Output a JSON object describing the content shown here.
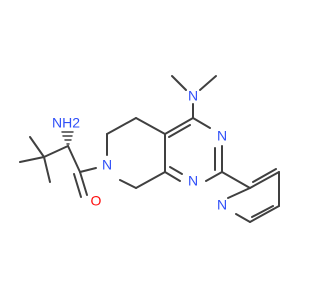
{
  "molecule": {
    "atom_labels": {
      "amine_nh2": "NH2",
      "dimethylamino_n": "N",
      "pyrimidine_n_top": "N",
      "pyrimidine_n_bottom": "N",
      "ring_n": "N",
      "carbonyl_o": "O",
      "pyridine_n": "N"
    },
    "colors": {
      "carbon_bonds": "#404040",
      "nitrogen": "#3050F8",
      "oxygen": "#FF0D0D",
      "background": "#ffffff"
    }
  }
}
